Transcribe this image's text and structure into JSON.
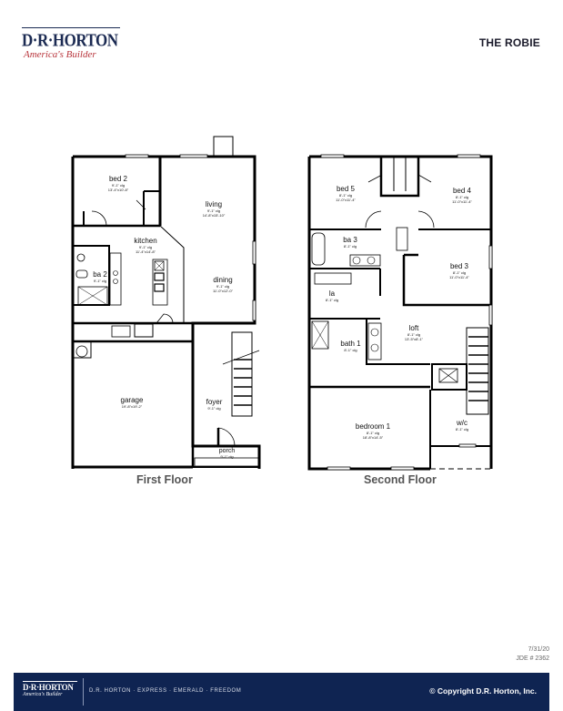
{
  "header": {
    "logo": {
      "brand": "D·R·HORTON",
      "tagline": "America's Builder"
    },
    "plan_name": "THE ROBIE"
  },
  "first_floor": {
    "label": "First Floor",
    "rooms": [
      {
        "name": "bed 2",
        "ceiling": "9'-1\" clg",
        "size": "13'-4\"x10'-8\""
      },
      {
        "name": "living",
        "ceiling": "9'-1\" clg",
        "size": "14'-8\"x15'-10\""
      },
      {
        "name": "kitchen",
        "ceiling": "9'-1\" clg",
        "size": "11'-4\"x14'-8\""
      },
      {
        "name": "ba 2",
        "ceiling": "9'-1\" clg",
        "size": ""
      },
      {
        "name": "dining",
        "ceiling": "9'-1\" clg",
        "size": "11'-0\"x12'-0\""
      },
      {
        "name": "garage",
        "ceiling": "",
        "size": "19'-8\"x19'-2\""
      },
      {
        "name": "foyer",
        "ceiling": "9'-1\" clg",
        "size": ""
      },
      {
        "name": "porch",
        "ceiling": "9'-1\" clg",
        "size": ""
      }
    ]
  },
  "second_floor": {
    "label": "Second Floor",
    "rooms": [
      {
        "name": "bed 5",
        "ceiling": "8'-1\" clg",
        "size": "11'-0\"x11'-4\""
      },
      {
        "name": "bed 4",
        "ceiling": "8'-1\" clg",
        "size": "11'-0\"x11'-4\""
      },
      {
        "name": "ba 3",
        "ceiling": "8'-1\" clg",
        "size": ""
      },
      {
        "name": "bed 3",
        "ceiling": "8'-1\" clg",
        "size": "11'-0\"x11'-4\""
      },
      {
        "name": "la",
        "ceiling": "8'-1\" clg",
        "size": ""
      },
      {
        "name": "loft",
        "ceiling": "8'-1\" clg",
        "size": "13'-5\"x8'-1\""
      },
      {
        "name": "bath 1",
        "ceiling": "8'-1\" clg",
        "size": ""
      },
      {
        "name": "bedroom 1",
        "ceiling": "8'-1\" clg",
        "size": "18'-8\"x14'-5\""
      },
      {
        "name": "w/c",
        "ceiling": "8'-1\" clg",
        "size": ""
      }
    ]
  },
  "meta": {
    "date": "7/31/20",
    "jde": "JDE # 2362"
  },
  "footer": {
    "logo": {
      "brand": "D·R·HORTON",
      "tagline": "America's Builder"
    },
    "brands": "D.R. HORTON · EXPRESS · EMERALD · FREEDOM",
    "copyright": "© Copyright D.R. Horton, Inc."
  },
  "colors": {
    "navy": "#0f2452",
    "brand_red": "#b8343b",
    "wall": "#000000"
  }
}
